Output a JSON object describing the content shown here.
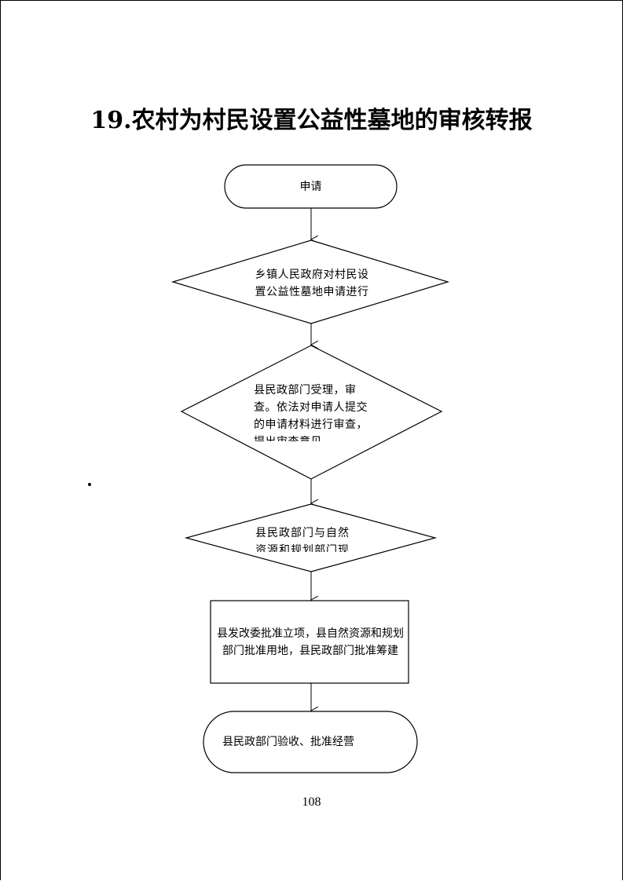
{
  "document": {
    "title": "19.农村为村民设置公益性墓地的审核转报",
    "page_number": "108"
  },
  "flowchart": {
    "nodes": [
      {
        "id": "apply",
        "shape": "rounded-rect",
        "text": "申请"
      },
      {
        "id": "town-review",
        "shape": "diamond",
        "text": "乡镇人民政府对村民设置公益性墓地申请进行审核"
      },
      {
        "id": "county-accept",
        "shape": "diamond",
        "text": "县民政部门受理，审查。依法对申请人提交的申请材料进行审查，提出审查意见。"
      },
      {
        "id": "site-survey",
        "shape": "diamond",
        "text": "县民政部门与自然资源和规划部门现场勘"
      },
      {
        "id": "approval",
        "shape": "rect",
        "text": "县发改委批准立项，县自然资源和规划部门批准用地，县民政部门批准筹建"
      },
      {
        "id": "acceptance",
        "shape": "rounded-rect",
        "text": "县民政部门验收、批准经营"
      }
    ]
  }
}
